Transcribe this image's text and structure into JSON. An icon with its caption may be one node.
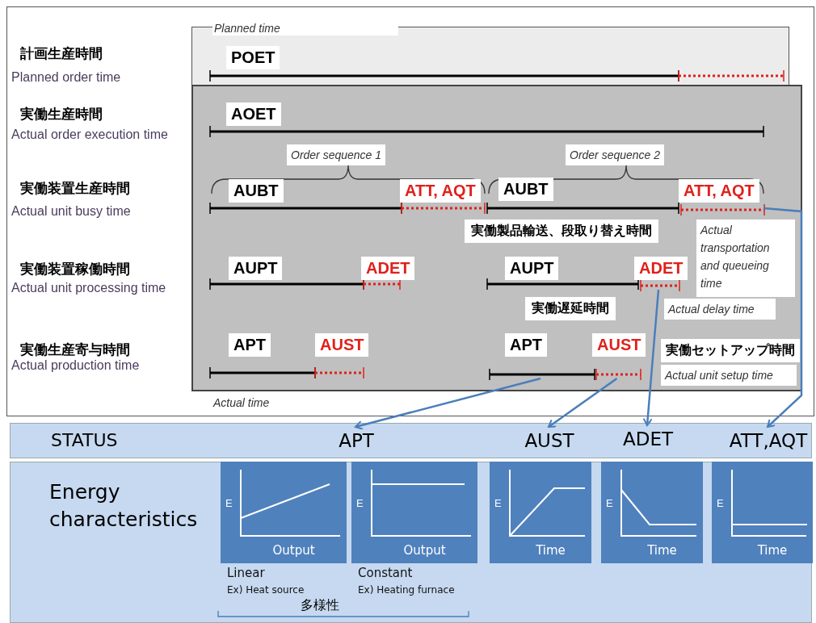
{
  "diagram": {
    "nodes": [
      {
        "text": [
          "Planned time"
        ]
      },
      {
        "text": [
          "Actual time"
        ]
      },
      {
        "text": [],
        "shape": "bar",
        "in": 1
      },
      {
        "text": [],
        "shape": "bar",
        "in": 1
      },
      {
        "text": [],
        "shape": "bar",
        "in": 1
      },
      {
        "text": [],
        "shape": "bar",
        "in": 1
      },
      {
        "text": [
          "STATUS"
        ]
      },
      {
        "text": [
          "APT"
        ],
        "in": 6
      },
      {
        "text": [
          "AUST"
        ],
        "in": 6
      },
      {
        "text": [
          "ADET"
        ],
        "in": 6
      },
      {
        "text": [
          "ATT,AQT"
        ],
        "in": 6
      },
      {
        "text": [
          "Energy characteristics"
        ]
      },
      {
        "text": [
          "E",
          "Output"
        ],
        "in": 11,
        "beside": [
          "Linear",
          "Ex) Heat source"
        ]
      },
      {
        "text": [
          "E",
          "Output"
        ],
        "in": 11,
        "beside": [
          "Constant",
          "Ex) Heating furnace"
        ]
      },
      {
        "text": [
          "E",
          "Time"
        ],
        "in": 11
      },
      {
        "text": [
          "E",
          "Time"
        ],
        "in": 11
      },
      {
        "text": [
          "E",
          "Time"
        ],
        "in": 11
      }
    ],
    "edges": [
      {
        "from": 2,
        "to": 7,
        "arrow": "to"
      },
      {
        "from": 3,
        "to": 8,
        "arrow": "to"
      },
      {
        "from": 4,
        "to": 9,
        "arrow": "to"
      },
      {
        "from": 5,
        "to": 10,
        "arrow": "to"
      }
    ],
    "labels": [
      "計画生産時間",
      "Planned order time",
      "POET",
      "実働生産時間",
      "Actual order execution time",
      "AOET",
      "Order sequence 1",
      "Order sequence 2",
      "実働装置生産時間",
      "Actual unit busy time",
      "AUBT",
      "ATT, AQT",
      "AUBT",
      "ATT, AQT",
      "実働製品輸送、段取り替え時間",
      "Actual transportation and queueing time",
      "実働装置稼働時間",
      "Actual unit processing time",
      "AUPT",
      "ADET",
      "AUPT",
      "ADET",
      "実働遅延時間",
      "Actual delay time",
      "実働生産寄与時間",
      "Actual production time",
      "APT",
      "AUST",
      "APT",
      "AUST",
      "実働セットアップ時間",
      "Actual unit setup time",
      "多様性"
    ]
  }
}
